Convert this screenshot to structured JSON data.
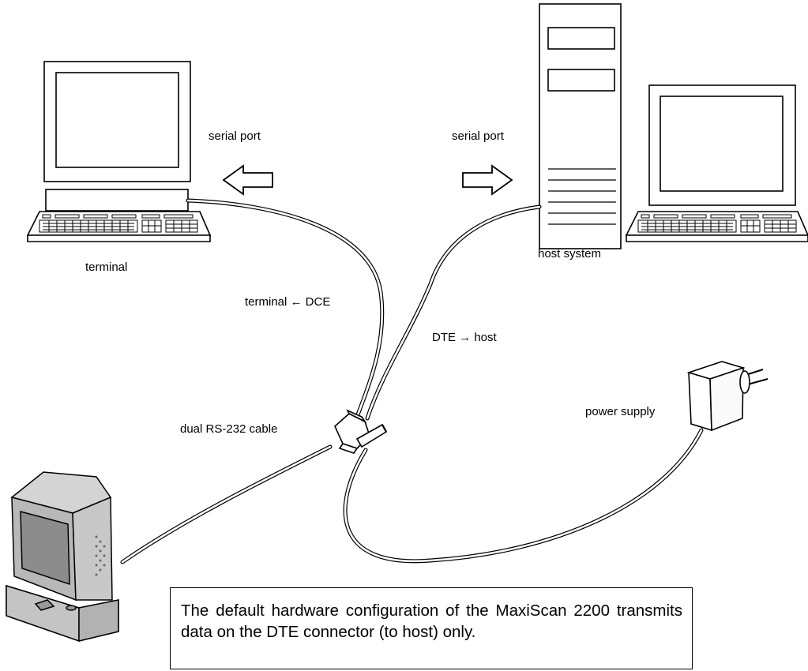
{
  "labels": {
    "terminal": "terminal",
    "serial_port_left": "serial port",
    "serial_port_right": "serial port",
    "host_system": "host system",
    "terminal_dce": "terminal ← DCE",
    "dte_host": "DTE → host",
    "power_supply": "power supply",
    "dual_cable": "dual RS-232 cable"
  },
  "note": "The default hardware configuration of the MaxiScan 2200 transmits data on the DTE connector (to host) only."
}
